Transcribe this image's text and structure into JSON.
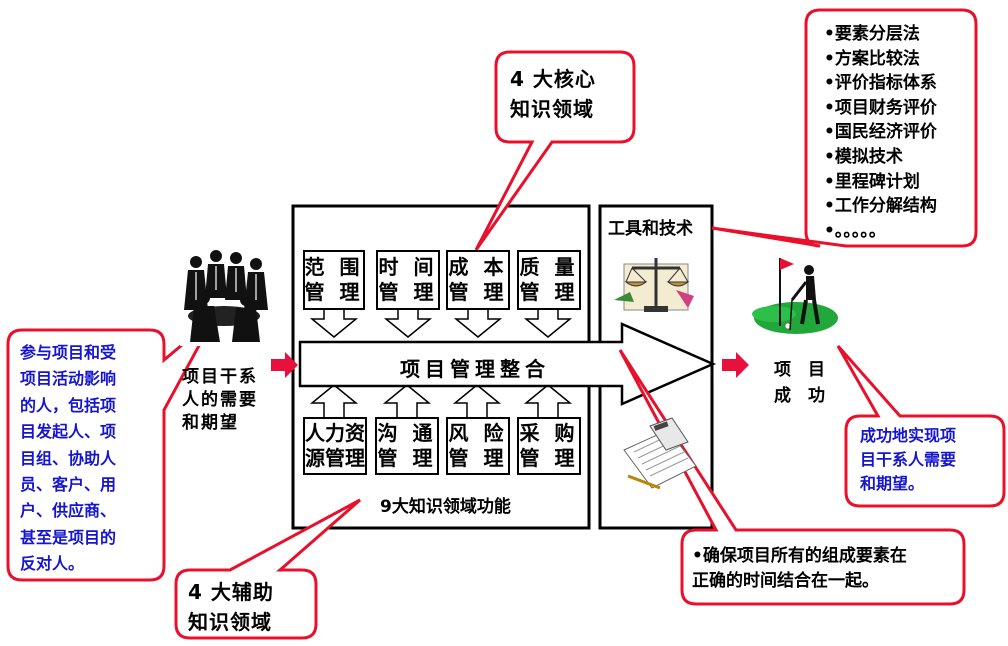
{
  "stakeholders": {
    "label": "项目干系\n人的需要\n和期望",
    "description": "参与项目和受\n项目活动影响\n的人，包括项\n目发起人、项\n目组、协助人\n员、客户、用\n户、供应商、\n甚至是项目的\n反对人。"
  },
  "core_callout": "4 大核心\n知识领域",
  "aux_callout": "4 大辅助\n知识领域",
  "core_areas": [
    "范 围\n管 理",
    "时 间\n管 理",
    "成 本\n管 理",
    "质 量\n管 理"
  ],
  "aux_areas": [
    "人力资\n源管理",
    "沟 通\n管 理",
    "风 险\n管 理",
    "采 购\n管 理"
  ],
  "integration_label": "项目管理整合",
  "nine_areas_label": "9大知识领域功能",
  "tools": {
    "title": "工具和技术",
    "items": [
      "•要素分层法",
      "•方案比较法",
      "•评价指标体系",
      "•项目财务评价",
      "•国民经济评价",
      "•模拟技术",
      "•里程碑计划",
      "•工作分解结构",
      "•。。。。。"
    ]
  },
  "integration_note": "•确保项目所有的组成要素在\n正确的时间结合在一起。",
  "success": {
    "label": "项　目\n成　功",
    "note": "成功地实现项\n目干系人需要\n和期望。"
  },
  "colors": {
    "callout_border": "#e8102a",
    "blue_text": "#1515d0",
    "arrow_red": "#e8103c",
    "grass": "#22a83a"
  }
}
